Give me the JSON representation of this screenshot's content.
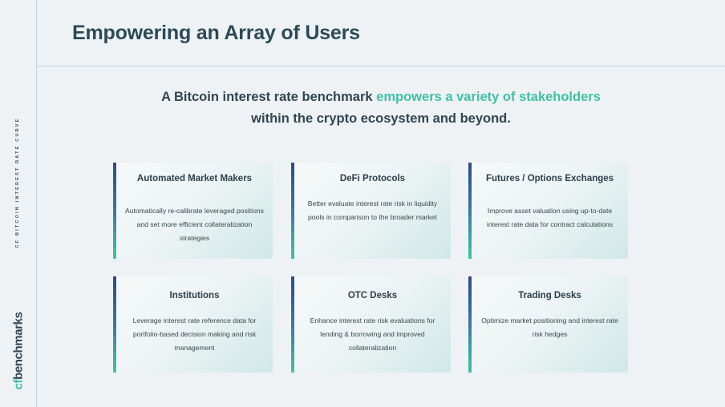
{
  "sidebar": {
    "vertical_label": "CF BITCOIN INTEREST RATE CURVE",
    "logo_prefix": "cf",
    "logo_suffix": "benchmarks"
  },
  "header": {
    "title": "Empowering an Array of Users"
  },
  "intro": {
    "part1": "A Bitcoin interest rate benchmark ",
    "highlight": "empowers a variety of stakeholders",
    "part2": "within the crypto ecosystem and beyond."
  },
  "cards": [
    {
      "title": "Automated Market Makers",
      "description": "Automatically re-calibrate leveraged positions and set more efficient collateralization strategies"
    },
    {
      "title": "DeFi Protocols",
      "description": "Better evaluate interest rate risk in liquidity pools in comparison to the broader market"
    },
    {
      "title": "Futures / Options Exchanges",
      "description": "Improve asset valuation using up-to-date interest rate data for contract calculations"
    },
    {
      "title": "Institutions",
      "description": "Leverage interest rate reference data for portfolio-based decision making and risk management"
    },
    {
      "title": "OTC Desks",
      "description": "Enhance interest rate risk evaluations for lending & borrowing and improved collateralization"
    },
    {
      "title": "Trading Desks",
      "description": "Optimize market positioning and interest rate risk hedges"
    }
  ],
  "colors": {
    "accent": "#3fc1a4",
    "title": "#2b4a57",
    "background": "#eef2f5"
  }
}
